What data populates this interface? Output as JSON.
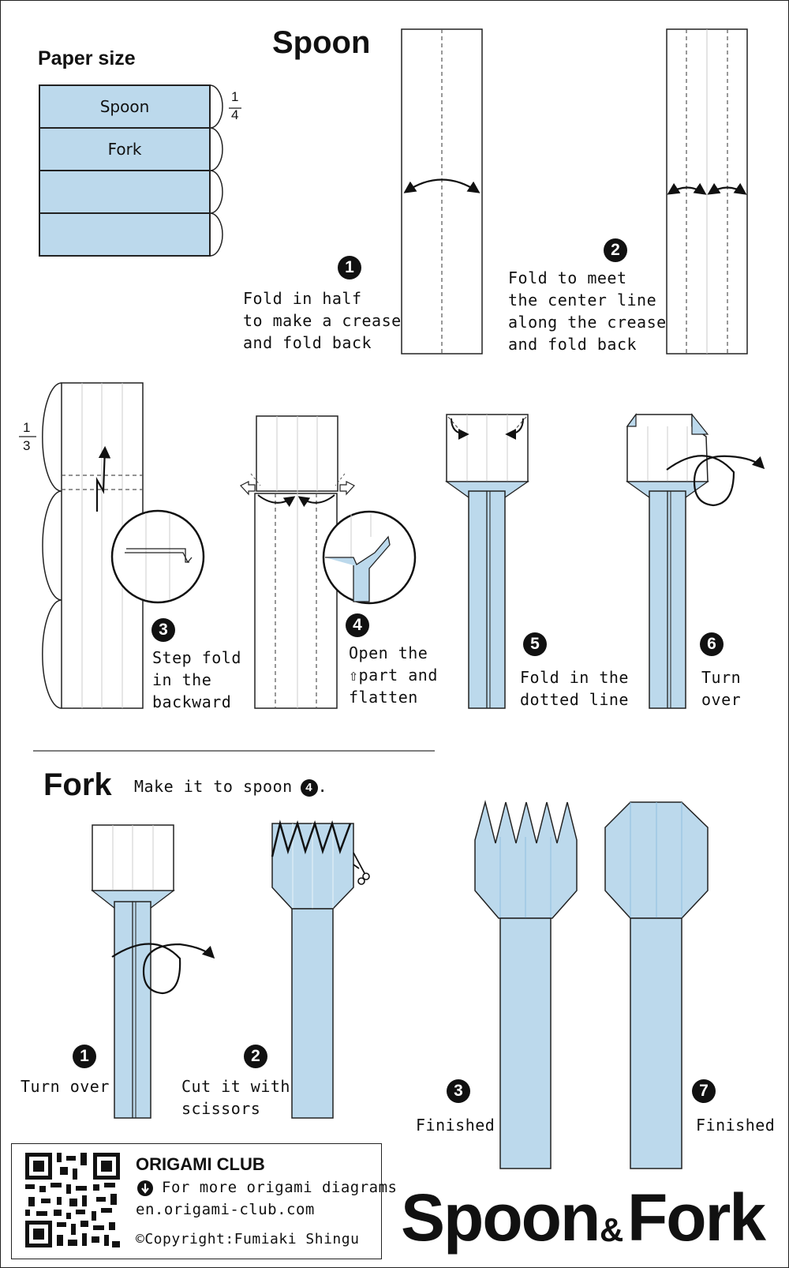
{
  "spoon_section": {
    "title": "Spoon",
    "paper_size_title": "Paper size",
    "paper_labels": [
      "Spoon",
      "Fork"
    ],
    "fraction_quarter": "1/4",
    "fraction_third": "1/3",
    "steps": [
      {
        "number": "1",
        "text": "Fold in half\nto make a crease\nand fold back"
      },
      {
        "number": "2",
        "text": "Fold to meet\nthe center line\nalong the crease\nand fold back"
      },
      {
        "number": "3",
        "text": "Step fold\nin the\nbackward"
      },
      {
        "number": "4",
        "text": "Open the\n⇧part and\nflatten"
      },
      {
        "number": "5",
        "text": "Fold in the\ndotted line"
      },
      {
        "number": "6",
        "text": "Turn\nover"
      },
      {
        "number": "7",
        "text": "Finished"
      }
    ]
  },
  "fork_section": {
    "title": "Fork",
    "note_text": "Make it to spoon",
    "note_step": "4",
    "note_end": ".",
    "steps": [
      {
        "number": "1",
        "text": "Turn over"
      },
      {
        "number": "2",
        "text": "Cut it with\nscissors"
      },
      {
        "number": "3",
        "text": "Finished"
      }
    ]
  },
  "footer": {
    "brand": "ORIGAMI CLUB",
    "more_text": "For more origami diagrams",
    "website": "en.origami-club.com",
    "copyright": "©Copyright:Fumiaki Shingu"
  },
  "main_title": {
    "left": "Spoon",
    "amp": "&",
    "right": "Fork"
  },
  "icons": {
    "arrow": "down-arrow-circle-icon",
    "scissors": "scissors-icon",
    "qr": "qr-code-icon",
    "outline_arrow": "outline-up-arrow-icon"
  },
  "colors": {
    "paper_blue": "#bcd9ec",
    "line": "#222222",
    "crease": "#777777",
    "guide": "#c8d8e4"
  }
}
